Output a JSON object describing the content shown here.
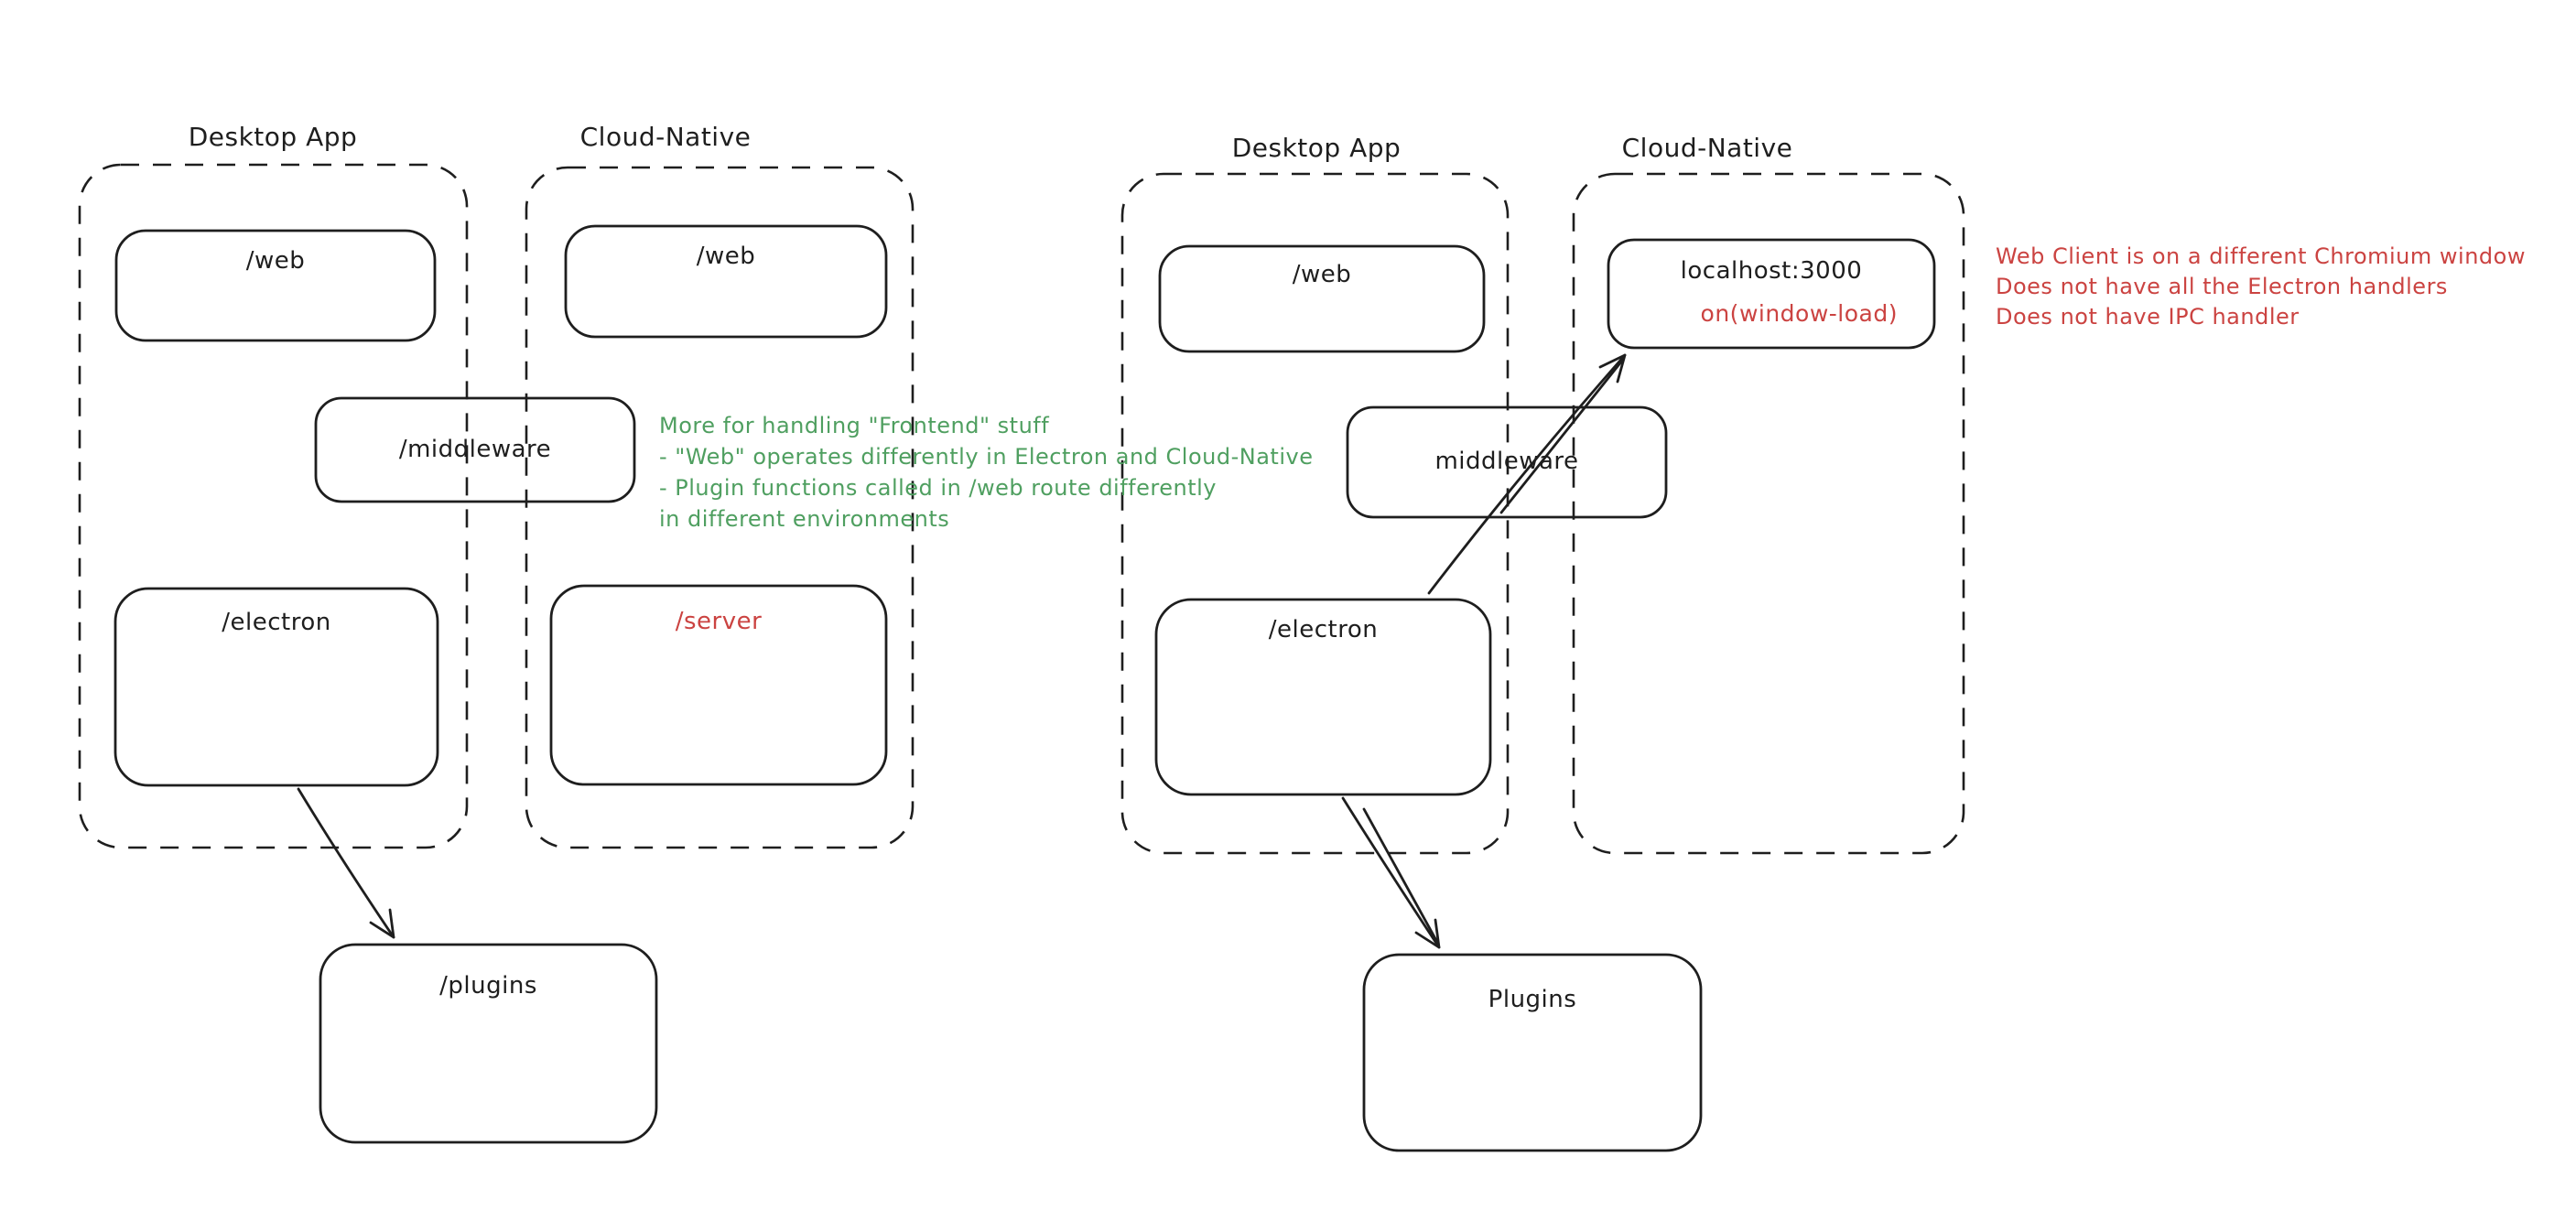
{
  "palette": {
    "ink": "#1e1e1e",
    "red": "#cb4341",
    "green": "#4f9f60",
    "background": "#ffffff"
  },
  "left_diagram": {
    "desktop_app": {
      "title": "Desktop App",
      "web_box": "/web",
      "electron_box": "/electron"
    },
    "cloud_native": {
      "title": "Cloud-Native",
      "web_box": "/web",
      "server_box": "/server"
    },
    "middleware_box": "/middleware",
    "plugins_box": "/plugins",
    "green_note": [
      "More for handling \"Frontend\" stuff",
      "- \"Web\" operates differently in Electron and Cloud-Native",
      "- Plugin functions called in /web route differently",
      "in different environments"
    ]
  },
  "right_diagram": {
    "desktop_app": {
      "title": "Desktop App",
      "web_box": "/web",
      "electron_box": "/electron"
    },
    "cloud_native": {
      "title": "Cloud-Native",
      "localhost_box": "localhost:3000",
      "localhost_sub": "on(window-load)"
    },
    "middleware_box": "middleware",
    "plugins_box": "Plugins",
    "red_note": [
      "Web Client is on a different Chromium window",
      "Does not have all the Electron handlers",
      "Does not have IPC handler"
    ]
  }
}
